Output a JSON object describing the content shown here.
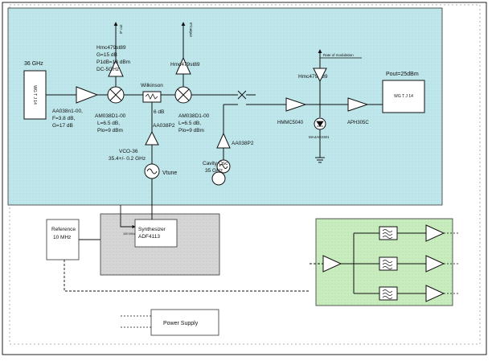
{
  "input_freq": "36 GHz",
  "wg_input": "WG T J 14",
  "wg_output": "WG T J 14",
  "pout": "Pout=25dBm",
  "amp1": {
    "name": "Hmc479st89",
    "gain": "G=15 dB",
    "p1dB": "P1dB=18 dBm",
    "band": "DC-5GHz"
  },
  "lna": {
    "name": "AA038n1-00,",
    "nf": "F=3.8 dB,",
    "gain": "G=17 dB"
  },
  "mixer1": {
    "name": "AM038D1-00",
    "loss": "L=6.5 dB,",
    "plo": "Plo=9 dBm"
  },
  "mixer2": {
    "name": "AM038D1-00",
    "loss": "L=6.5 dB,",
    "plo": "Plo=9 dBm"
  },
  "amp2_name": "Hmc479st89",
  "amp3_name": "Hmc479st89",
  "if_out1": "IF out",
  "if_out2": "IF/output",
  "wilkinson": "Wilkinson",
  "wilkinson_loss": "6 dB",
  "lo_amp": "AA038P2",
  "vco": {
    "name": "VCO-36",
    "range": "35.4+/- 0.2 GHz"
  },
  "vtune": "Vtune",
  "cavity": {
    "name": "Cavity Osc",
    "freq": "35 GHz"
  },
  "cavity_amp": "AA038P2",
  "hmmc": "HMMC5040",
  "aph": "APH305C",
  "pin_diode": "MA4AGSW1",
  "mod_label": "Rate of modulation",
  "reference": {
    "line1": "Reference",
    "line2": "10 MHz"
  },
  "synth": {
    "line1": "Synthesizer",
    "line2": "ADF4113"
  },
  "synth_tag": "100 MHz",
  "power_supply": "Power Supply"
}
